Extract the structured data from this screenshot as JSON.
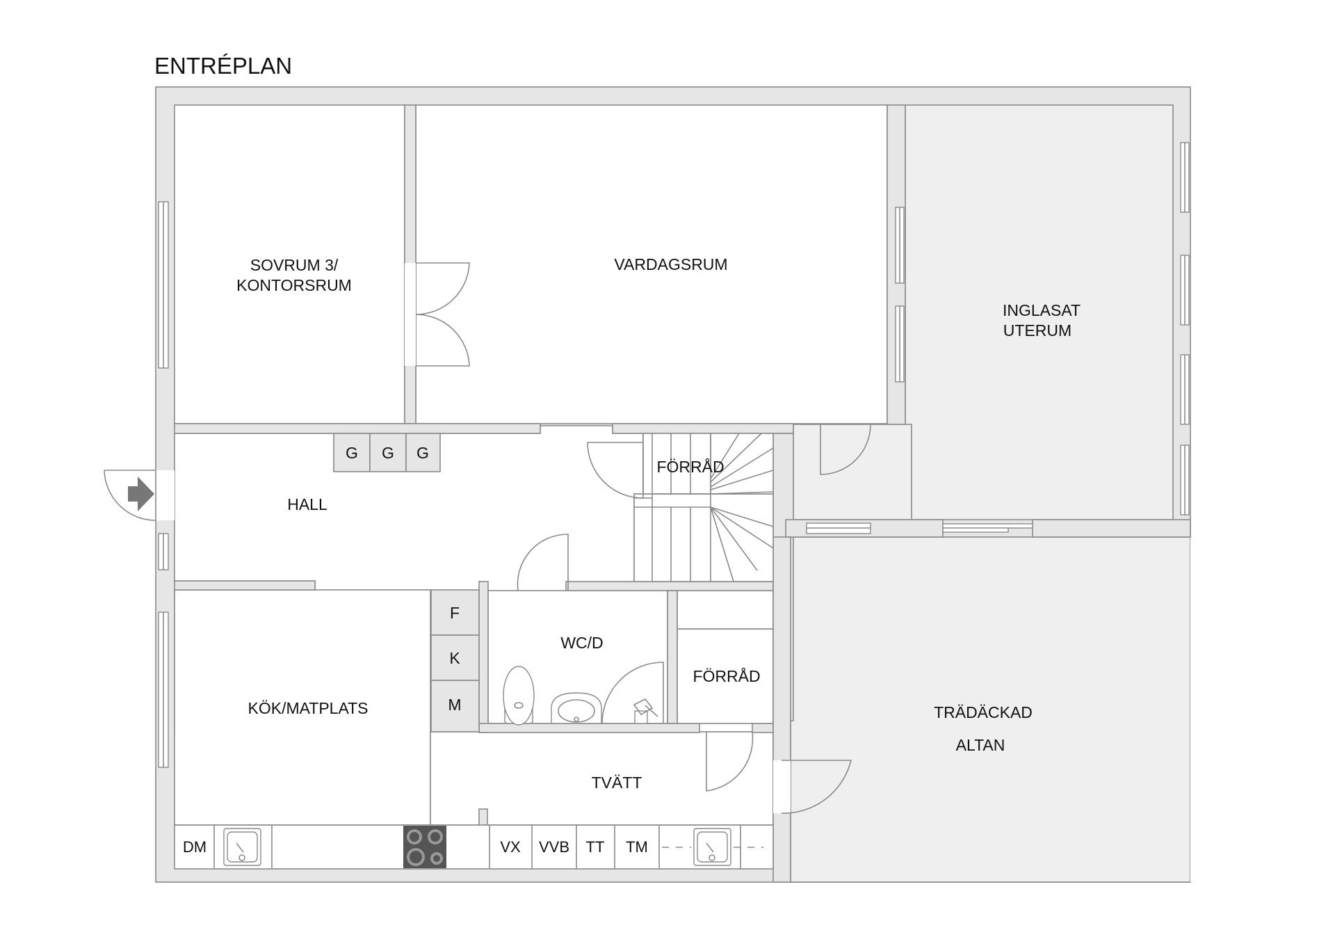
{
  "plan": {
    "title": "ENTRÉPLAN",
    "rooms": {
      "sovrum_line1": "SOVRUM 3/",
      "sovrum_line2": "KONTORSRUM",
      "vardagsrum": "VARDAGSRUM",
      "uterum_line1": "INGLASAT",
      "uterum_line2": "UTERUM",
      "hall": "HALL",
      "forrad_stairs": "FÖRRÅD",
      "wc": "WC/D",
      "forrad_small": "FÖRRÅD",
      "kok": "KÖK/MATPLATS",
      "tvatt": "TVÄTT",
      "altan_line1": "TRÄDÄCKAD",
      "altan_line2": "ALTAN"
    },
    "wardrobes": [
      "G",
      "G",
      "G"
    ],
    "closets": [
      "F",
      "K",
      "M"
    ],
    "appliances": [
      "DM",
      "VX",
      "VVB",
      "TT",
      "TM"
    ]
  },
  "colors": {
    "wall": "#e6e6e6",
    "wall_stroke": "#8a8a8a",
    "floor": "#ffffff",
    "outdoor": "#efefef",
    "text": "#111111",
    "hob": "#555555"
  }
}
